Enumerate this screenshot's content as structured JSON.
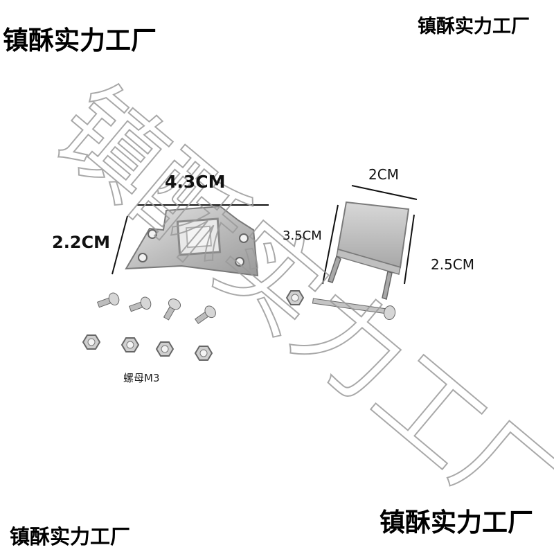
{
  "watermarks": {
    "top_left": "镇酥实力工厂",
    "top_right": "镇酥实力工厂",
    "bottom_left": "镇酥实力工厂",
    "bottom_right": "镇酥实力工厂",
    "diagonal": "镇酥实力工厂"
  },
  "dimensions": {
    "plate_width": "4.3CM",
    "plate_height": "2.2CM",
    "clip_width": "2CM",
    "clip_length": "3.5CM",
    "clip_height": "2.5CM"
  },
  "caption": "螺母M3",
  "colors": {
    "metal": "#c9c9c9",
    "metal_dark": "#8f8f8f",
    "watermark_outline": "#9a9a9a",
    "background": "#ffffff"
  }
}
